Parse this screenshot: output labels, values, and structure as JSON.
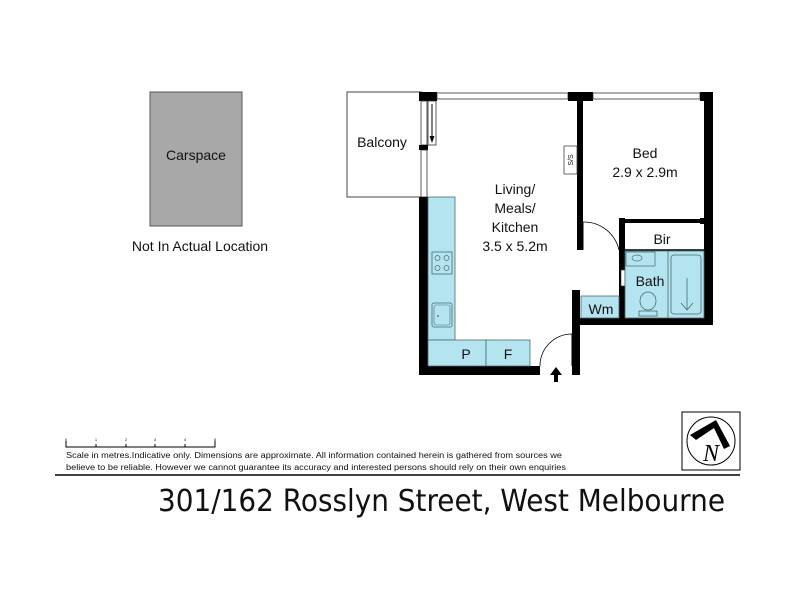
{
  "carspace": {
    "label": "Carspace",
    "note": "Not In Actual Location"
  },
  "rooms": {
    "balcony": "Balcony",
    "living_line1": "Living/",
    "living_line2": "Meals/",
    "living_line3": "Kitchen",
    "living_dims": "3.5 x 5.2m",
    "bed": "Bed",
    "bed_dims": "2.9 x 2.9m",
    "bir": "Bir",
    "bath": "Bath",
    "wm": "Wm",
    "pantry": "P",
    "fridge": "F",
    "ss": "S/S"
  },
  "scale": {
    "ticks": [
      "0",
      "1",
      "2",
      "3",
      "4",
      "5"
    ]
  },
  "disclaimer": {
    "line1": "Scale in metres.Indicative only. Dimensions are approximate. All information contained herein is gathered from sources we",
    "line2": "believe to be reliable. However we cannot guarantee its accuracy and interested persons should rely on their own enquiries"
  },
  "compass": {
    "letter": "N"
  },
  "address": "301/162 Rosslyn Street, West Melbourne",
  "colors": {
    "fixture": "#b4e4ef",
    "carspace": "#a8a8a8"
  }
}
